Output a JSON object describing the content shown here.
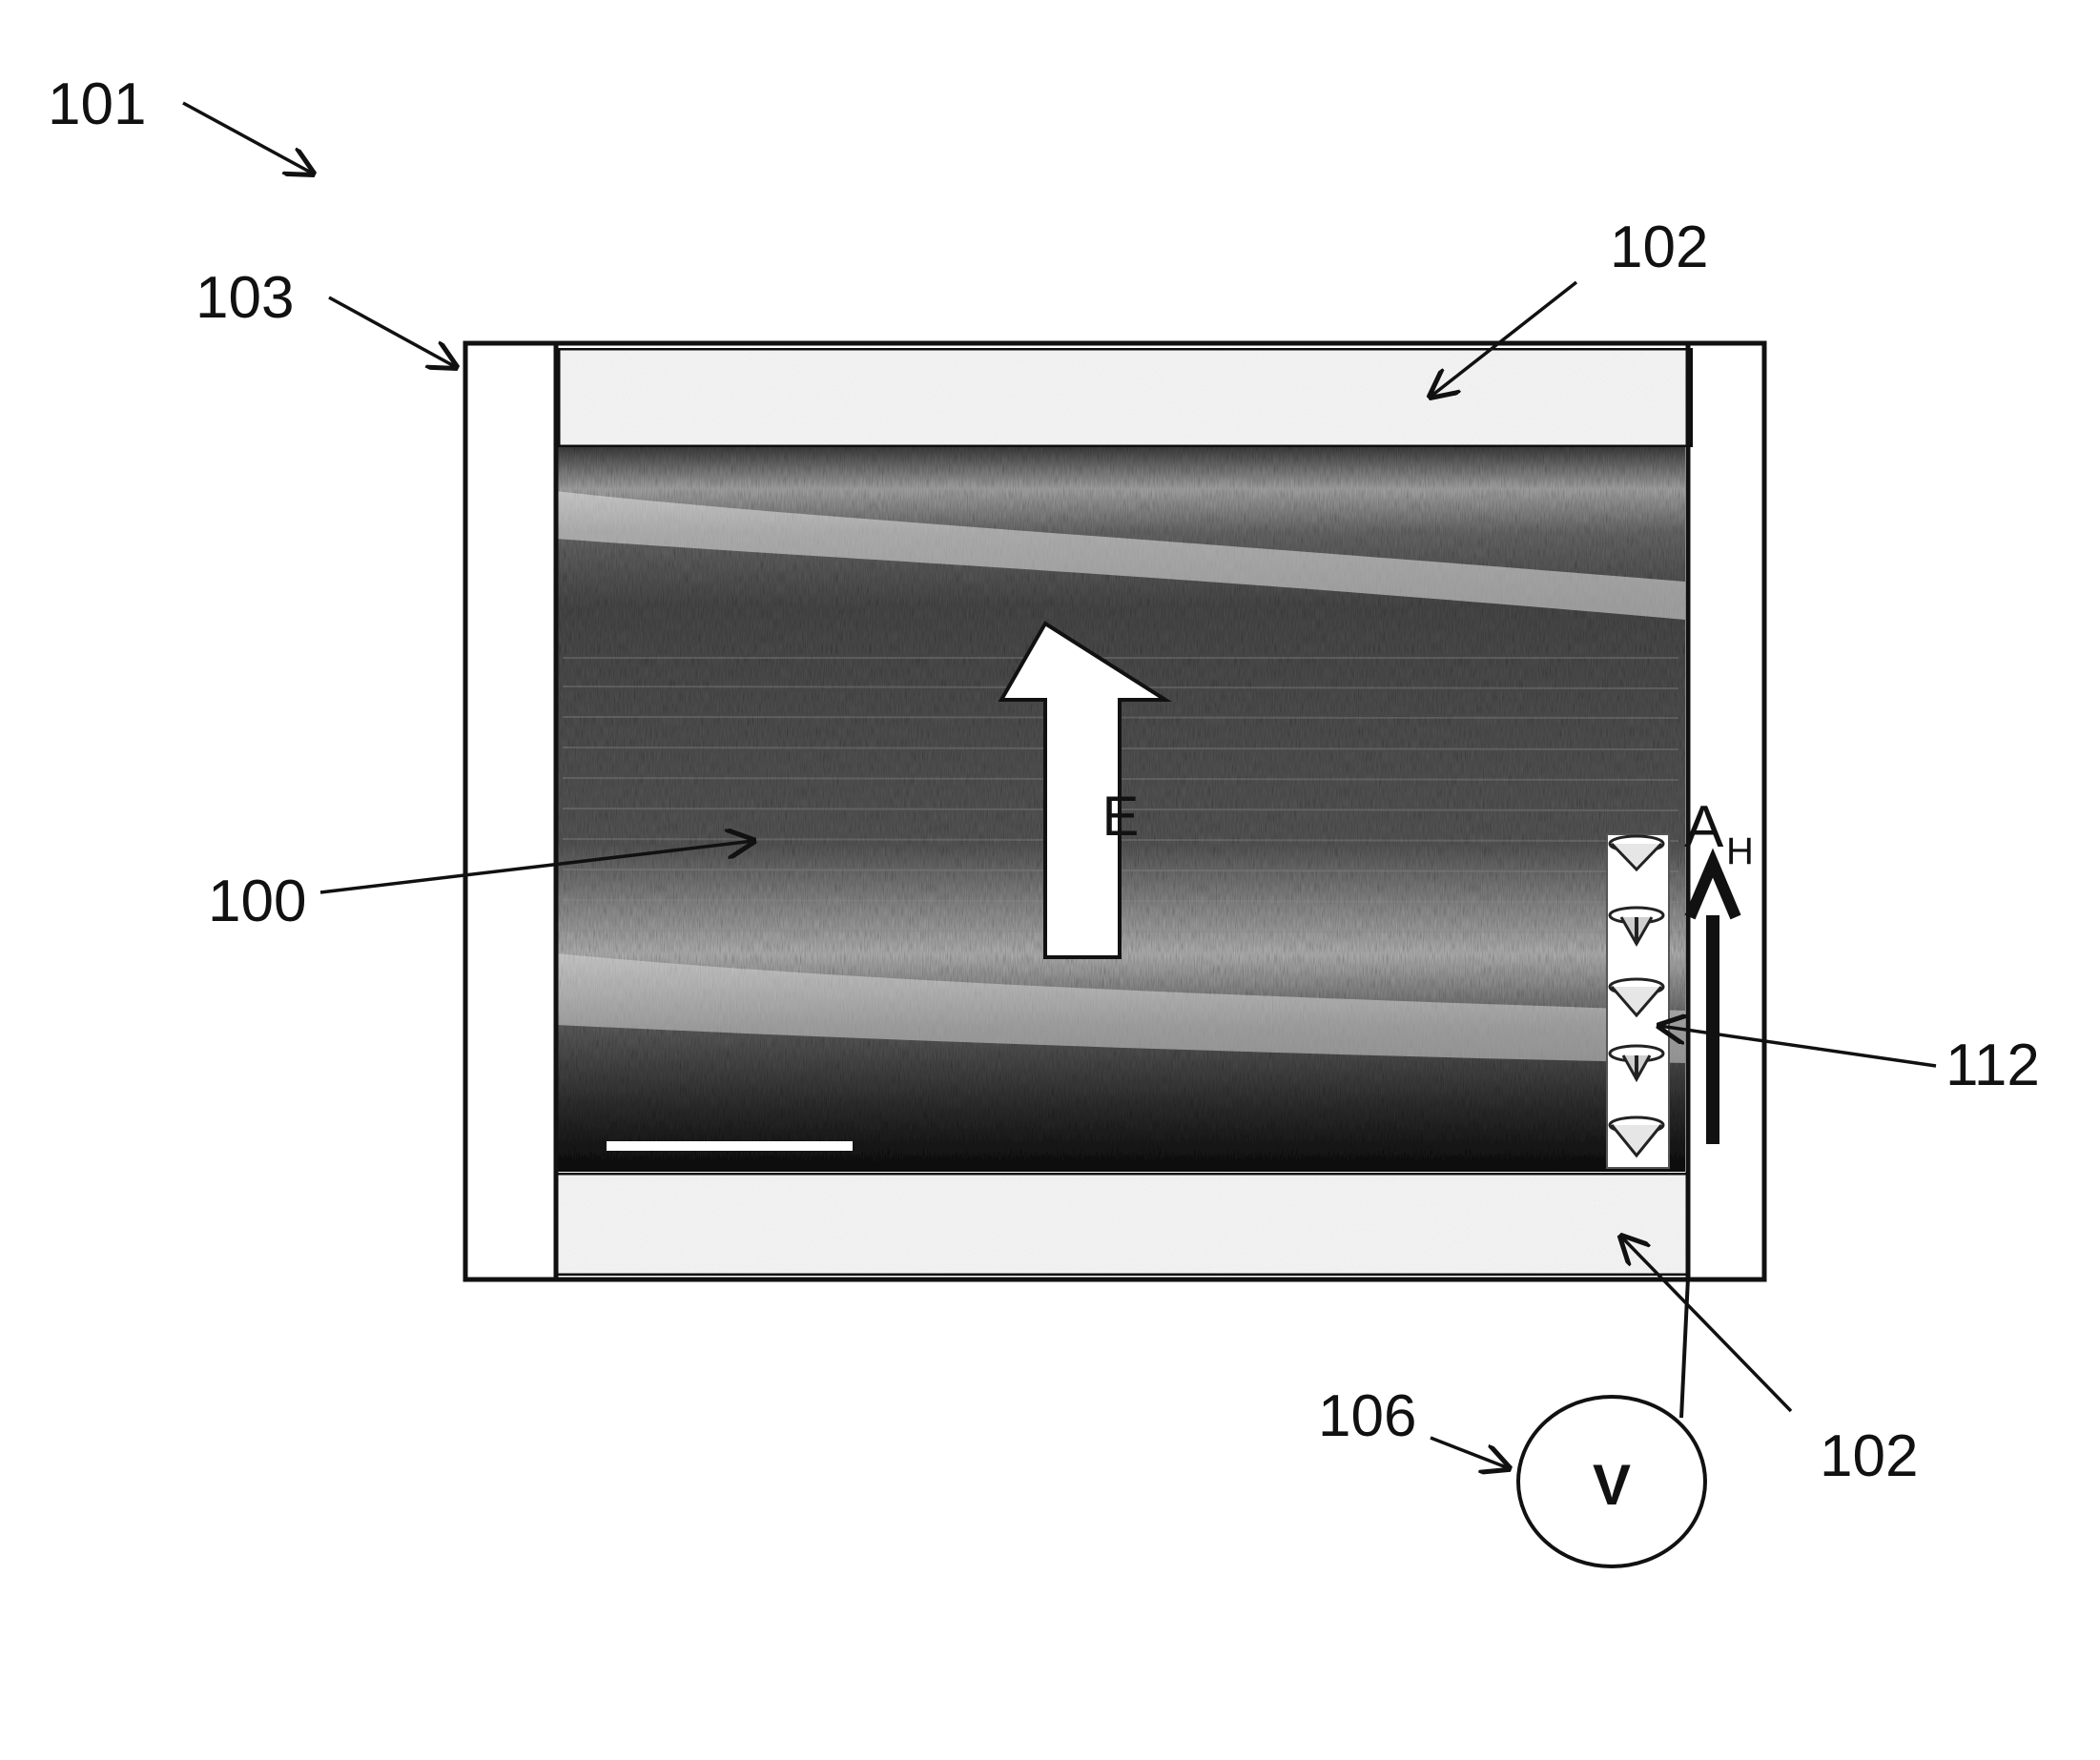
{
  "labels": {
    "device": "101",
    "housing": "103",
    "electrode_top": "102",
    "electrode_bottom": "102",
    "sample": "100",
    "alignment_marks": "112",
    "voltage_source": "106"
  },
  "field_arrow_label": "E",
  "hydrogen_axis_label": "A",
  "hydrogen_axis_subscript": "H",
  "voltage_symbol": "V",
  "colors": {
    "background": "#ffffff",
    "ink": "#111111",
    "electrode_fill": "#f2f2f2",
    "sample_dark": "#1e1e1e",
    "sample_light": "#d8d8d8"
  }
}
